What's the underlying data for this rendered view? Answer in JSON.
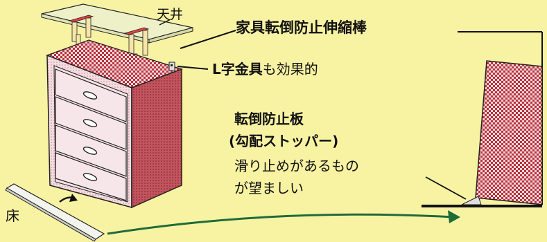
{
  "labels": {
    "ceiling": "天井",
    "tension_rod": "家具転倒防止伸縮棒",
    "bracket_bold": "L字金具",
    "bracket_rest": "も効果的",
    "plate_title": "転倒防止板",
    "plate_subtitle": "(勾配ストッパー)",
    "plate_note_1": "滑り止めがあるもの",
    "plate_note_2": "が望ましい",
    "floor": "床"
  },
  "colors": {
    "background": "#f8f3a3",
    "furniture_top": "#f3d7dc",
    "furniture_side": "#c2545d",
    "furniture_front": "#f4dde1",
    "checker_dark": "#b8323c",
    "checker_light": "#f4d5d8",
    "rod_body": "#f6e4a8",
    "rod_accent": "#e04343",
    "arrow_green": "#1f6b3a",
    "line": "#111111"
  }
}
